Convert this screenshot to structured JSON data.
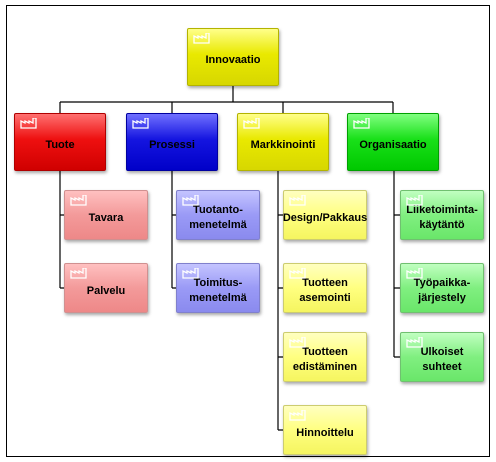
{
  "root": {
    "label": "Innovaatio",
    "color": "#e6e600",
    "icon": "factory-icon"
  },
  "branches": [
    {
      "label": "Tuote",
      "color": "#e80000",
      "child_color": "#f29a9a",
      "children": [
        "Tavara",
        "Palvelu"
      ]
    },
    {
      "label": "Prosessi",
      "color": "#1010dd",
      "child_color": "#9a9af4",
      "children": [
        "Tuotanto-\nmenetelmä",
        "Toimitus-\nmenetelmä"
      ]
    },
    {
      "label": "Markkinointi",
      "color": "#e6e600",
      "child_color": "#ffff80",
      "children": [
        "Design/Pakkaus",
        "Tuotteen\nasemointi",
        "Tuotteen\nedistäminen",
        "Hinnoittelu"
      ]
    },
    {
      "label": "Organisaatio",
      "color": "#10dd10",
      "child_color": "#80ee80",
      "children": [
        "Liiketoiminta-\nkäytäntö",
        "Työpaikka-\njärjestely",
        "Ulkoiset\nsuhteet"
      ]
    }
  ]
}
